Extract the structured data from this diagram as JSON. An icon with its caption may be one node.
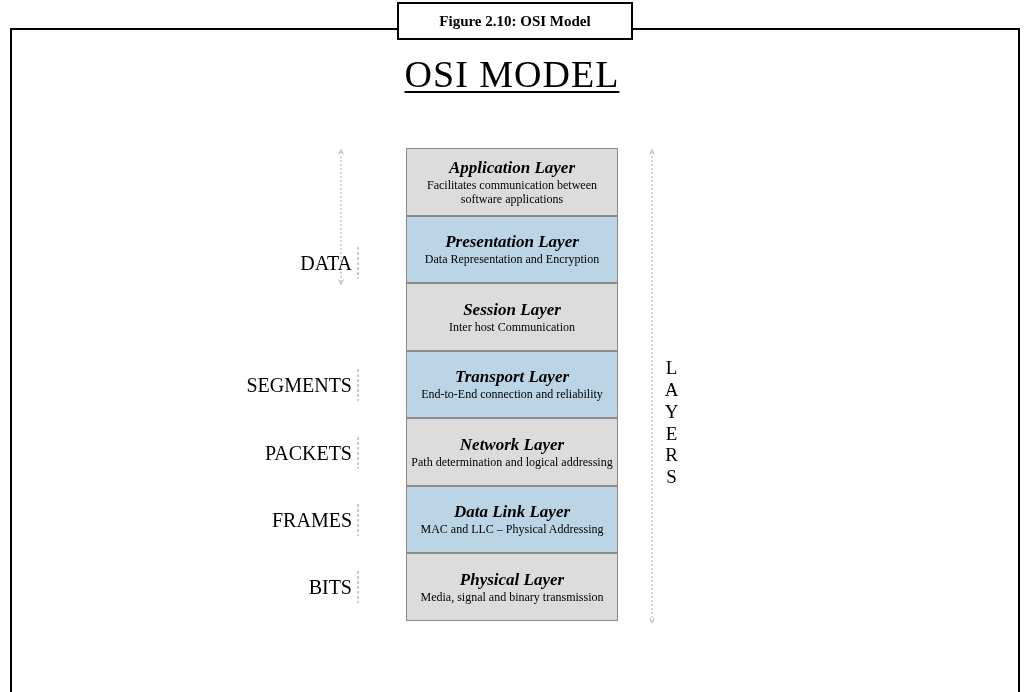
{
  "diagram": {
    "title": "OSI MODEL",
    "caption": "Figure 2.10: OSI Model",
    "nodes": [
      {
        "text": [
          "Application Layer",
          "Facilitates communication between software applications"
        ]
      },
      {
        "text": [
          "Presentation Layer",
          "Data Representation and Encryption"
        ]
      },
      {
        "text": [
          "Session Layer",
          "Inter host Communication"
        ]
      },
      {
        "text": [
          "Transport Layer",
          "End-to-End connection and reliability"
        ]
      },
      {
        "text": [
          "Network Layer",
          "Path determination and logical addressing"
        ]
      },
      {
        "text": [
          "Data Link Layer",
          "MAC and LLC – Physical Addressing"
        ]
      },
      {
        "text": [
          "Physical Layer",
          "Media, signal and binary transmission"
        ]
      }
    ],
    "labels": [
      "DATA",
      "SEGMENTS",
      "PACKETS",
      "FRAMES",
      "BITS",
      "LAYERS"
    ]
  }
}
